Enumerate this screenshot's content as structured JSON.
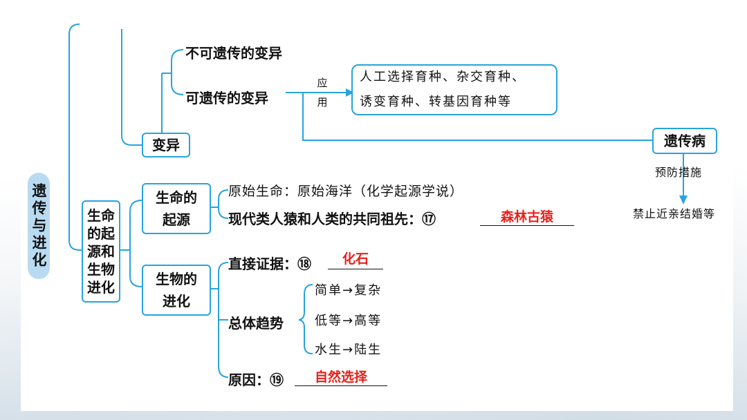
{
  "root": "遗传与进化",
  "variation": {
    "box": "变异",
    "non_heritable": "不可遗传的变异",
    "heritable": "可遗传的变异",
    "apply_label": [
      "应",
      "用"
    ],
    "applications_line1": "人工选择育种、杂交育种、",
    "applications_line2": "诱变育种、转基因育种等",
    "genetic_disease": "遗传病",
    "prevention_label": "预防措施",
    "prevention_result": "禁止近亲结婚等"
  },
  "evolution_section": {
    "box": "生命的起源和生物进化",
    "origin": {
      "box": "生命的起源",
      "primitive_life": "原始生命：原始海洋（化学起源学说）",
      "common_ancestor": "现代类人猿和人类的共同祖先：⑰",
      "ans17": "森林古猿"
    },
    "evolution": {
      "box": "生物的进化",
      "direct_evidence": "直接证据：⑱",
      "ans18": "化石",
      "trend_label": "总体趋势",
      "trends": [
        "简单→复杂",
        "低等→高等",
        "水生→陆生"
      ],
      "cause": "原因：⑲",
      "ans19": "自然选择"
    }
  }
}
